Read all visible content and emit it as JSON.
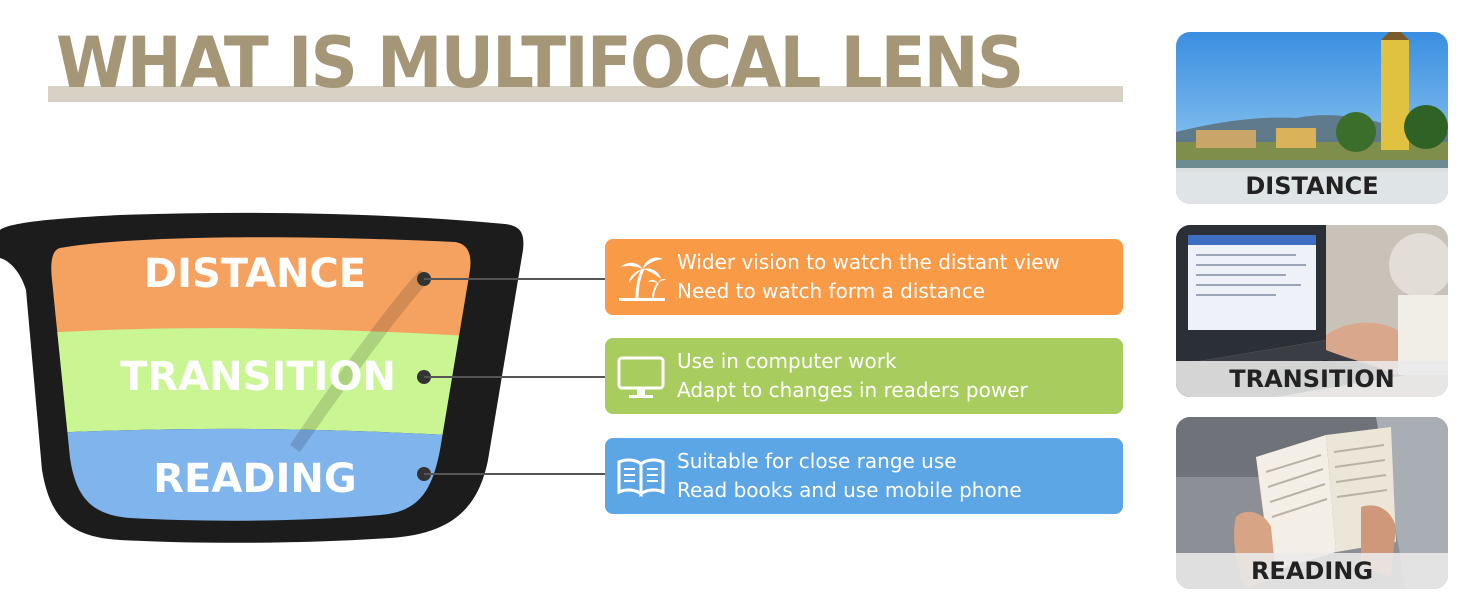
{
  "title": "WHAT IS MULTIFOCAL LENS",
  "lens": {
    "zones": [
      {
        "label": "DISTANCE",
        "color": "#f5a260"
      },
      {
        "label": "TRANSITION",
        "color": "#c9f593"
      },
      {
        "label": "READING",
        "color": "#7fb4ec"
      }
    ],
    "frame_color": "#1c1c1c"
  },
  "info": [
    {
      "line1": "Wider vision to watch the distant view",
      "line2": "Need to watch form a distance",
      "color": "#f99a46",
      "icon": "palm-tree-icon"
    },
    {
      "line1": "Use in computer work",
      "line2": "Adapt to changes in readers power",
      "color": "#a8cc5e",
      "icon": "monitor-icon"
    },
    {
      "line1": "Suitable for close range use",
      "line2": "Read books and use mobile phone",
      "color": "#5da6e6",
      "icon": "open-book-icon"
    }
  ],
  "photos": [
    {
      "label": "DISTANCE",
      "icon": "landscape-photo"
    },
    {
      "label": "TRANSITION",
      "icon": "laptop-photo"
    },
    {
      "label": "READING",
      "icon": "book-photo"
    }
  ]
}
